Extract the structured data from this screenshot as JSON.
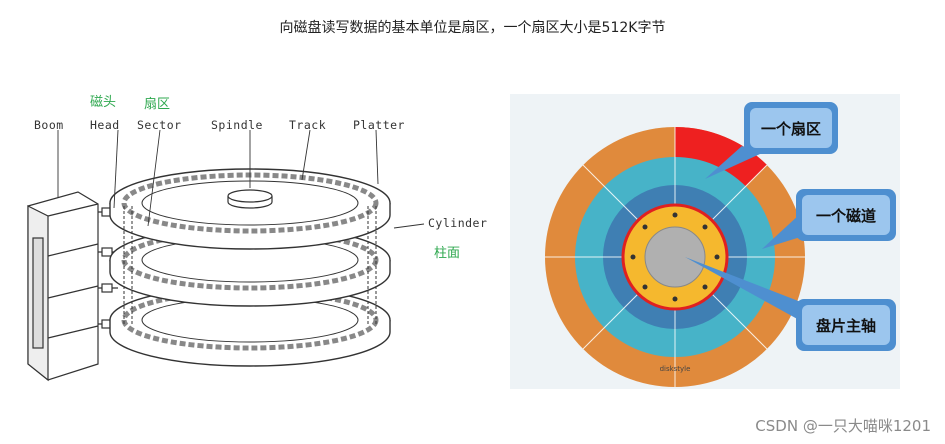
{
  "caption": "向磁盘读写数据的基本单位是扇区，一个扇区大小是512K字节",
  "left_diagram": {
    "cn_labels": {
      "head": "磁头",
      "sector": "扇区",
      "cylinder": "柱面"
    },
    "en_labels": {
      "boom": "Boom",
      "head": "Head",
      "sector": "Sector",
      "spindle": "Spindle",
      "track": "Track",
      "platter": "Platter",
      "cylinder": "Cylinder"
    }
  },
  "right_diagram": {
    "callouts": {
      "sector": "一个扇区",
      "track": "一个磁道",
      "spindle": "盘片主轴"
    },
    "inner_mark": "diskstyle",
    "colors": {
      "outer_ring": "#e08a3c",
      "ring2": "#47b3c8",
      "ring3": "#3f7fb3",
      "hub_ring": "#f5b82e",
      "hub_border": "#e02020",
      "spindle": "#b0b0b0",
      "sector_highlight": "#ee2020",
      "callout_fill": "#4e8fd0"
    }
  },
  "watermark": "CSDN @一只大喵咪1201"
}
